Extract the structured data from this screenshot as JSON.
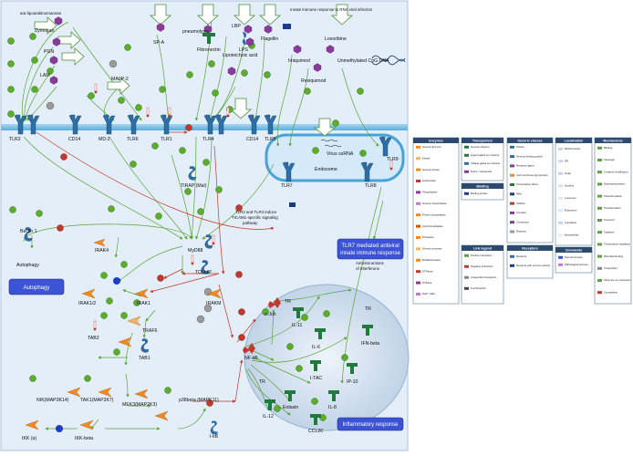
{
  "colors": {
    "background": "#e3eef8",
    "membrane": "#6fb8e0",
    "node_green": "#5cae2a",
    "edge_green": "#5aa33a",
    "edge_red": "#c0392b",
    "kinase": "#f08a24",
    "purple": "#8a3a9a",
    "receptor": "#2c6fa6",
    "tf": "#1f7a3b",
    "box_blue": "#3c53d6"
  },
  "ligands": {
    "araLAM": "ara-lipoarabinomannan",
    "zymosan": "Zymosan",
    "pgn": "PGN",
    "lam": "LAM",
    "malp2": "MALP-2",
    "spa": "SP-A",
    "pneumolysin": "pneumolysin",
    "fibronectin": "Fibronectin",
    "lbp": "LBP",
    "lps": "LPS",
    "lipoteichoic": "Lipoteichoic acid",
    "flagellin": "Flagellin",
    "innate": "Innate immune response to RNA viral infection",
    "imiquimod": "Imiquimod",
    "loxoribine": "Loxoribine",
    "resiquimod": "Resiquimod",
    "cpg": "Unmethylated CpG DNA"
  },
  "receptors": {
    "tlr2": "TLR2",
    "cd14a": "CD14",
    "md2": "MD-2",
    "tlr6": "TLR6",
    "tlr1": "TLR1",
    "tlr4": "TLR4",
    "cd14b": "CD14",
    "tlr5": "TLR5",
    "tlr7": "TLR7",
    "tlr8": "TLR8",
    "tlr9": "TLR9"
  },
  "nodes": {
    "virus_ssrna": "Virus ssRNA",
    "endosome": "Endosome",
    "tirap": "TIRAP (Mal)",
    "tlr3_note": "TLR3 and TLR4 induce TICAM1-specific signaling pathway",
    "beclin": "Beclin 1",
    "irak4": "IRAK4",
    "myd88": "MyD88",
    "autophagy_label": "Autophagy",
    "autophagy_box": "Autophagy",
    "tollip": "TOLLIP",
    "irak12": "IRAK1/2",
    "irak1": "IRAK1",
    "irakm": "IRAKM",
    "tab2": "TAB2",
    "traf6": "TRAF6",
    "tab1": "TAB1",
    "nik": "NIK(MAP3K14)",
    "tak1": "TAK1(MAP3K7)",
    "mekk3": "MEK3(MAP2K3)",
    "p38": "p38beta (MAPK11)",
    "ikka": "IKK (a)",
    "ikkb": "IKK-beta",
    "ikb": "I-kB",
    "cjun": "c-Jun",
    "nfkb": "NF-kB",
    "il11": "IL-11",
    "il6": "IL-6",
    "ifnb": "IFN-beta",
    "itac": "I-TAC",
    "ip10": "IP-10",
    "eotaxin": "Eotaxin",
    "il8": "IL-8",
    "il12": "IL-12",
    "ccl20": "CCL20",
    "tr": "TR",
    "antiviral_box": "TLR7 mediated antiviral innate immune response",
    "interferons_note": "Antiviral actions of Interferons",
    "inflammatory_box": "Inflammatory response"
  },
  "legend": {
    "enzymes": {
      "title": "Enzymes",
      "items": [
        "Generic Enzyme",
        "Kinase",
        "Generic kinase",
        "Lipid kinase",
        "Phosphatase",
        "Generic phosphatase",
        "Protein phosphatase",
        "Lipid phosphatase",
        "Proteases",
        "Generic protease",
        "Metalloprotease",
        "GTPases",
        "GTPase",
        "GAP / GEF"
      ]
    },
    "transporters": {
      "title": "Transporters",
      "items": [
        "Generic channel",
        "Ligand gated ion channel",
        "Voltage gated ion channel",
        "Porter / transporter"
      ]
    },
    "binding": {
      "title": "Binding",
      "items": [
        "Binding protein"
      ]
    },
    "generic": {
      "title": "Generic classes",
      "items": [
        "Protein",
        "Generic binding protein",
        "Receptor ligand",
        "Cell membrane glycoprotein",
        "Transcription factor",
        "RNA",
        "Inhibitor",
        "Complex",
        "Compound",
        "Reaction"
      ]
    },
    "localization": {
      "title": "Localization",
      "items": [
        "Mitochondrion",
        "ER",
        "Golgi",
        "Nucleus",
        "Lysosome",
        "Endosome",
        "Cytoplasm",
        "Extracellular"
      ]
    },
    "mechanisms": {
      "title": "Mechanisms",
      "items": [
        "Binding",
        "Cleavage",
        "Covalent modification",
        "Dephosphorylation",
        "Phosphorylation",
        "Transformation",
        "Transport",
        "Catalysis",
        "Transcription regulation",
        "Microbial binding",
        "Unspecified",
        "Influence on expression",
        "Competition"
      ]
    },
    "receptors": {
      "title": "Receptors",
      "items": [
        "Receptor",
        "Receptor with enzyme activity"
      ]
    },
    "link": {
      "title": "Link legend",
      "items": [
        "Positive interaction",
        "Negative interaction",
        "Unspecified interaction",
        "Technical link"
      ]
    },
    "comments": {
      "title": "Comments",
      "items": [
        "Normal process",
        "Pathological process"
      ]
    }
  }
}
